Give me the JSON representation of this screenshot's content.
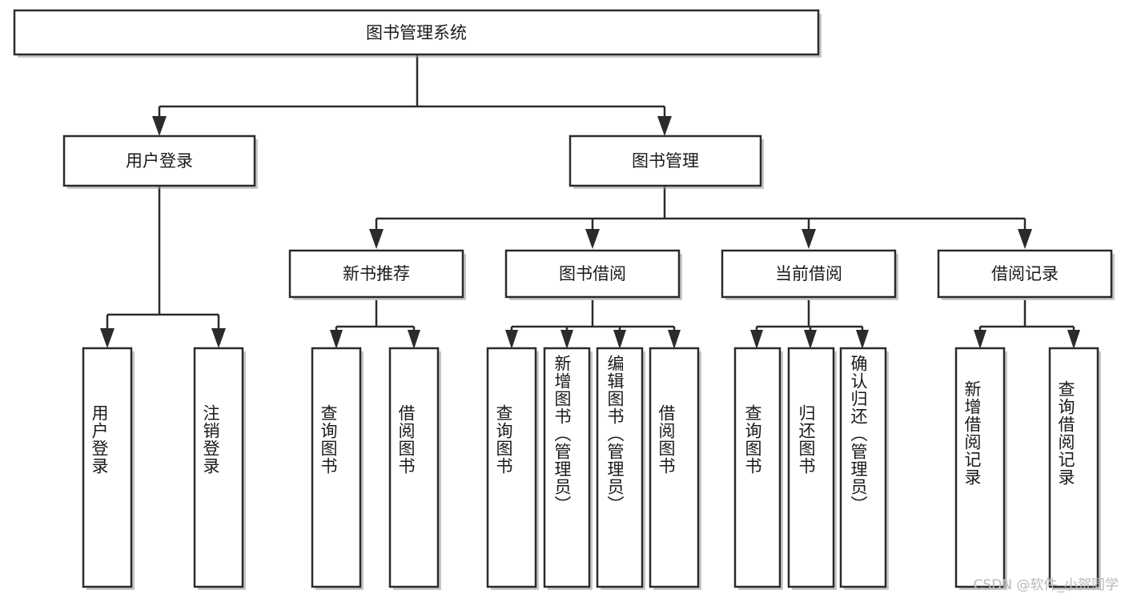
{
  "diagram": {
    "type": "tree",
    "title": "图书管理系统",
    "orientation": "top-down",
    "colors": {
      "box_stroke": "#2b2b2b",
      "box_fill": "#ffffff",
      "line": "#2b2b2b",
      "text": "#1a1a1a",
      "watermark": "#b9b9b9"
    },
    "nodes": {
      "root": {
        "label": "图书管理系统"
      },
      "level2": [
        {
          "id": "user-login",
          "label": "用户登录"
        },
        {
          "id": "book-manage",
          "label": "图书管理"
        }
      ],
      "level3": [
        {
          "id": "new-book-recommend",
          "label": "新书推荐"
        },
        {
          "id": "book-borrow",
          "label": "图书借阅"
        },
        {
          "id": "current-borrow",
          "label": "当前借阅"
        },
        {
          "id": "borrow-record",
          "label": "借阅记录"
        }
      ],
      "leaves": {
        "user-login": [
          {
            "id": "leaf-user-login",
            "label": "用户登录"
          },
          {
            "id": "leaf-logout",
            "label": "注销登录"
          }
        ],
        "new-book-recommend": [
          {
            "id": "leaf-query-book-1",
            "label": "查询图书"
          },
          {
            "id": "leaf-borrow-book-1",
            "label": "借阅图书"
          }
        ],
        "book-borrow": [
          {
            "id": "leaf-query-book-2",
            "label": "查询图书"
          },
          {
            "id": "leaf-add-book",
            "label": "新增图书（管理员）"
          },
          {
            "id": "leaf-edit-book",
            "label": "编辑图书（管理员）"
          },
          {
            "id": "leaf-borrow-book-2",
            "label": "借阅图书"
          }
        ],
        "current-borrow": [
          {
            "id": "leaf-query-book-3",
            "label": "查询图书"
          },
          {
            "id": "leaf-return-book",
            "label": "归还图书"
          },
          {
            "id": "leaf-confirm-return",
            "label": "确认归还（管理员）"
          }
        ],
        "borrow-record": [
          {
            "id": "leaf-add-record",
            "label": "新增借阅记录"
          },
          {
            "id": "leaf-query-record",
            "label": "查询借阅记录"
          }
        ]
      }
    }
  },
  "watermark": {
    "text": "CSDN @软件_小贺同学"
  }
}
